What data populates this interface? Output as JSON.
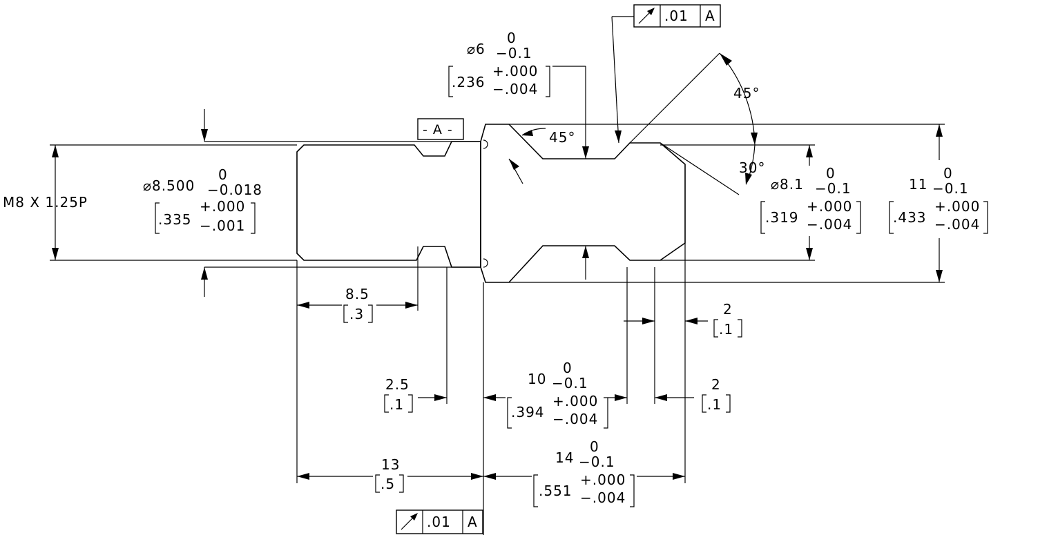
{
  "thread": {
    "label": "M8  X  1.25P"
  },
  "datum_feature": {
    "label": "- A -"
  },
  "dim_dia_8_500": {
    "main": "⌀8.500",
    "upper": "0",
    "lower": "−0.018",
    "in_nom": ".335",
    "in_upper": "+.000",
    "in_lower": "−.001"
  },
  "dim_dia_6": {
    "main": "⌀6",
    "upper": "0",
    "lower": "−0.1",
    "in_nom": ".236",
    "in_upper": "+.000",
    "in_lower": "−.004"
  },
  "dim_dia_8_1": {
    "main": "⌀8.1",
    "upper": "0",
    "lower": "−0.1",
    "in_nom": ".319",
    "in_upper": "+.000",
    "in_lower": "−.004"
  },
  "dim_dia_11": {
    "main": "11",
    "upper": "0",
    "lower": "−0.1",
    "in_nom": ".433",
    "in_upper": "+.000",
    "in_lower": "−.004"
  },
  "dim_len_10": {
    "main": "10",
    "upper": "0",
    "lower": "−0.1",
    "in_nom": ".394",
    "in_upper": "+.000",
    "in_lower": "−.004"
  },
  "dim_len_14": {
    "main": "14",
    "upper": "0",
    "lower": "−0.1",
    "in_nom": ".551",
    "in_upper": "+.000",
    "in_lower": "−.004"
  },
  "dim_len_8_5": {
    "main": "8.5",
    "inch": ".3"
  },
  "dim_len_13": {
    "main": "13",
    "inch": ".5"
  },
  "dim_len_2_5": {
    "main": "2.5",
    "inch": ".1"
  },
  "dim_len_2_a": {
    "main": "2",
    "inch": ".1"
  },
  "dim_len_2_b": {
    "main": "2",
    "inch": ".1"
  },
  "angles": {
    "a45_top": "45°",
    "a45_left": "45°",
    "a30": "30°"
  },
  "fcf_top": {
    "tolerance": ".01",
    "datum": "A"
  },
  "fcf_bottom": {
    "tolerance": ".01",
    "datum": "A"
  }
}
